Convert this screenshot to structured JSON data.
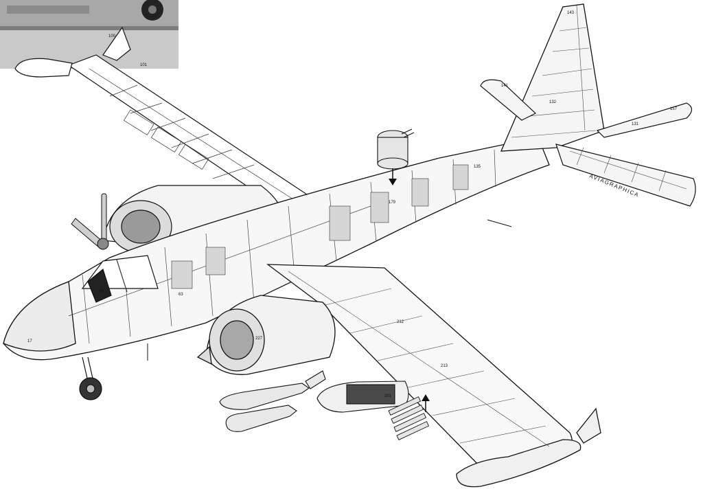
{
  "credit": "AVIAGRAPHICA",
  "callouts": {
    "inset_top": "100",
    "inset_bottom": "101",
    "fin_top": "143",
    "tail_left": "141",
    "tail_right": "131",
    "tail_far_right": "157",
    "fuselage_aft": "135",
    "tailplane": "132",
    "turret": "179",
    "wing_root": "213",
    "wing_centre": "212",
    "wing_outer": "201",
    "engine_right": "227",
    "cockpit": "29",
    "nose": "17",
    "fuselage_fwd": "63"
  }
}
